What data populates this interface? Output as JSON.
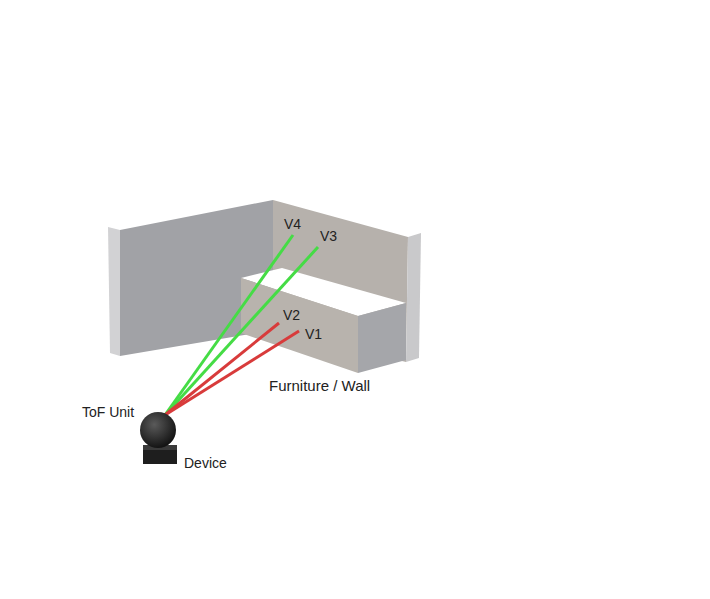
{
  "diagram": {
    "nodes": [
      {
        "text": [
          "ToF Unit"
        ]
      },
      {
        "text": [
          "Device"
        ]
      }
    ],
    "labels": [
      "V4",
      "V3",
      "V2",
      "V1",
      "Furniture / Wall"
    ]
  }
}
